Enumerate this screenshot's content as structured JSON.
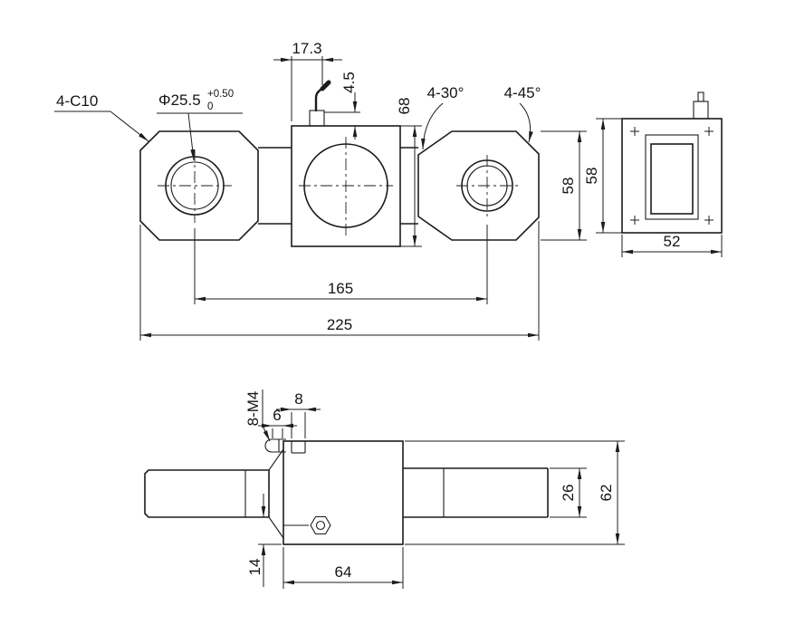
{
  "meta": {
    "background_color": "#ffffff",
    "line_color": "#1c1c1c",
    "drawing_type": "load cell dimensional drawing"
  },
  "front_view": {
    "chamfer_note": "4-C10",
    "hole_dia": "Φ25.5",
    "tol_upper": "+0.50",
    "tol_lower": "0",
    "dim_17_3": "17.3",
    "dim_4_5": "4.5",
    "dim_68": "68",
    "chamfer_30": "4-30°",
    "chamfer_45": "4-45°",
    "dim_58": "58",
    "dim_165": "165",
    "dim_225": "225"
  },
  "side_view": {
    "dim_58": "58",
    "dim_52": "52"
  },
  "top_view": {
    "thread_note": "8-M4",
    "dim_8": "8",
    "dim_6": "6",
    "dim_26": "26",
    "dim_62": "62",
    "dim_14": "14",
    "dim_64": "64"
  }
}
